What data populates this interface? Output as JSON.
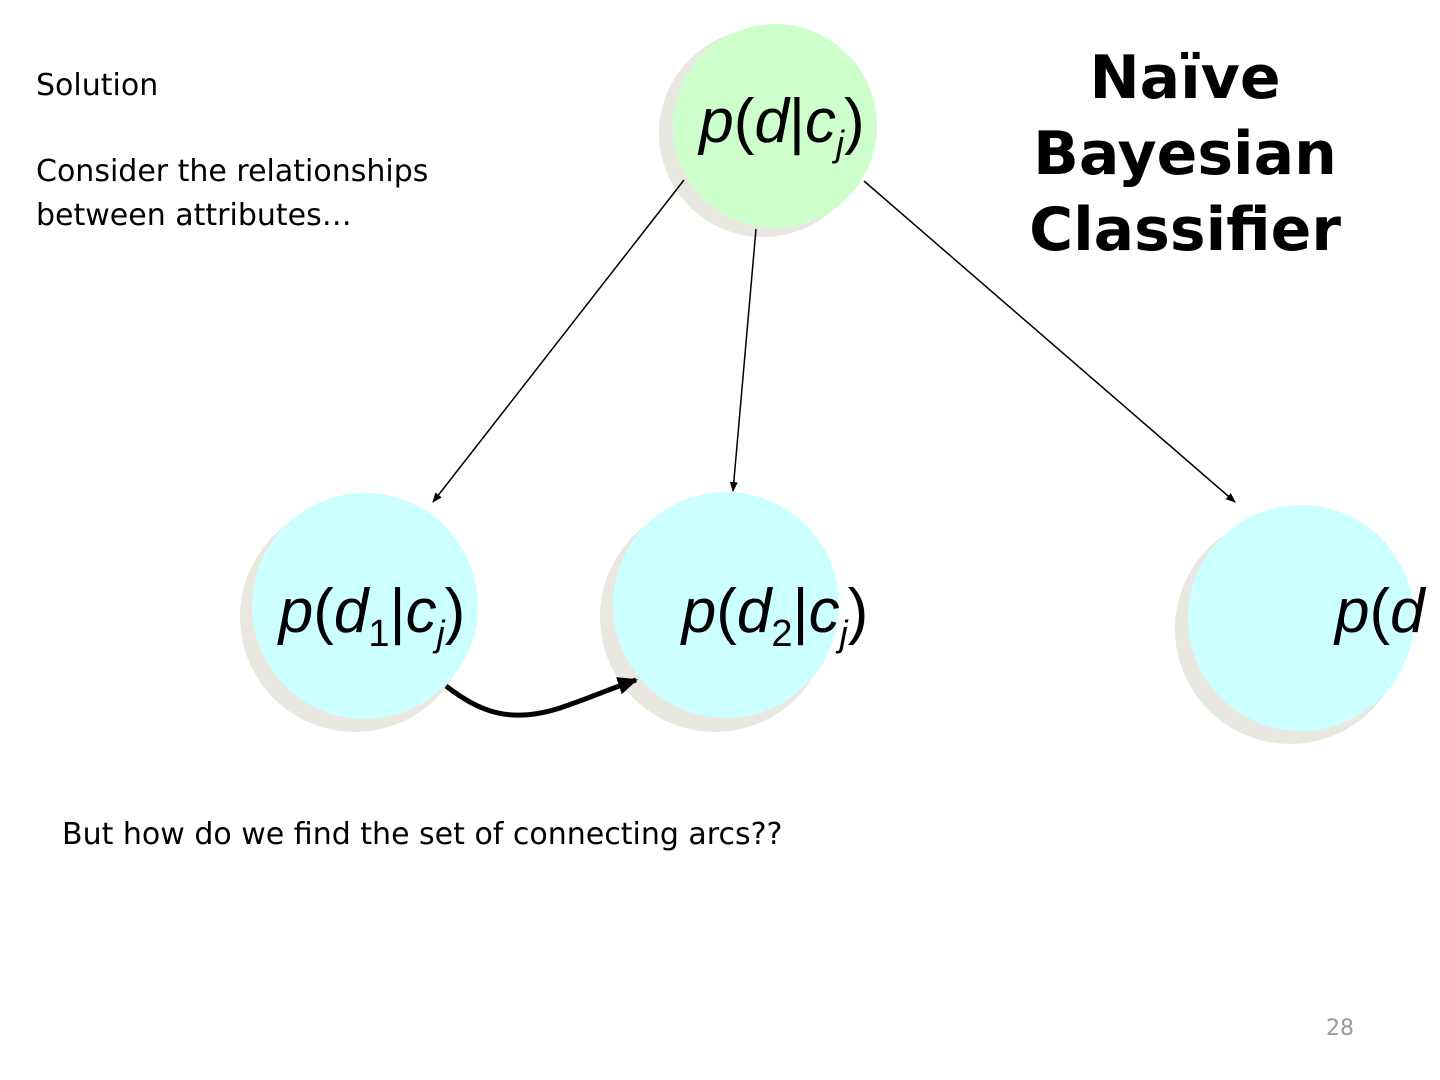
{
  "slide": {
    "solution_label": "Solution",
    "consider_text": "Consider the relationships between attributes…",
    "question_text": "But how do we find the set of connecting arcs??",
    "title_lines": [
      "Naïve",
      "Bayesian",
      "Classifier"
    ],
    "slide_number": "28"
  },
  "diagram": {
    "nodes": [
      {
        "id": "class-node",
        "p": "p",
        "var": "d",
        "sub_var": "",
        "cond": "c",
        "cond_sub": "j"
      },
      {
        "id": "attr-node-1",
        "p": "p",
        "var": "d",
        "sub_var": "1",
        "cond": "c",
        "cond_sub": "j"
      },
      {
        "id": "attr-node-2",
        "p": "p",
        "var": "d",
        "sub_var": "2",
        "cond": "c",
        "cond_sub": "j"
      },
      {
        "id": "attr-node-n",
        "p": "p",
        "var": "d",
        "sub_var": "",
        "cond": "",
        "cond_sub": ""
      }
    ],
    "edges": [
      {
        "from": "class-node",
        "to": "attr-node-1",
        "style": "thin"
      },
      {
        "from": "class-node",
        "to": "attr-node-2",
        "style": "thin"
      },
      {
        "from": "class-node",
        "to": "attr-node-n",
        "style": "thin"
      },
      {
        "from": "attr-node-1",
        "to": "attr-node-2",
        "style": "thick-curved"
      }
    ],
    "colors": {
      "class_node_fill": "#ccffcc",
      "attr_node_fill": "#ccffff",
      "shadow_fill": "#e9e8e0",
      "edge_color": "#000000"
    }
  }
}
